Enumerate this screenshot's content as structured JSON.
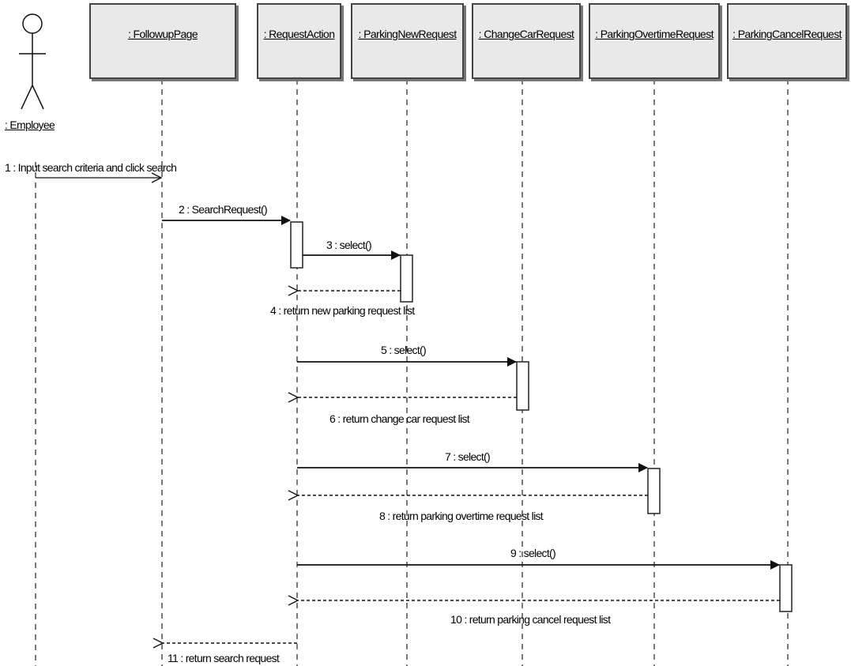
{
  "actor": {
    "name": ": Employee"
  },
  "objects": [
    ": FollowupPage",
    ": RequestAction",
    ": ParkingNewRequest",
    ": ChangeCarRequest",
    ": ParkingOvertimeRequest",
    ": ParkingCancelRequest"
  ],
  "messages": [
    {
      "label": "1 : Input search criteria and click search",
      "from": "Employee",
      "to": ": FollowupPage",
      "kind": "async"
    },
    {
      "label": "2 : SearchRequest()",
      "from": ": FollowupPage",
      "to": ": RequestAction",
      "kind": "call"
    },
    {
      "label": "3 : select()",
      "from": ": RequestAction",
      "to": ": ParkingNewRequest",
      "kind": "call"
    },
    {
      "label": "4 : return new parking request list",
      "from": ": ParkingNewRequest",
      "to": ": RequestAction",
      "kind": "return"
    },
    {
      "label": "5 : select()",
      "from": ": RequestAction",
      "to": ": ChangeCarRequest",
      "kind": "call"
    },
    {
      "label": "6 : return change car request list",
      "from": ": ChangeCarRequest",
      "to": ": RequestAction",
      "kind": "return"
    },
    {
      "label": "7 : select()",
      "from": ": RequestAction",
      "to": ": ParkingOvertimeRequest",
      "kind": "call"
    },
    {
      "label": "8 : return parking overtime request list",
      "from": ": ParkingOvertimeRequest",
      "to": ": RequestAction",
      "kind": "return"
    },
    {
      "label": "9 : select()",
      "from": ": RequestAction",
      "to": ": ParkingCancelRequest",
      "kind": "call"
    },
    {
      "label": "10 : return parking cancel request list",
      "from": ": ParkingCancelRequest",
      "to": ": RequestAction",
      "kind": "return"
    },
    {
      "label": "11 : return search request",
      "from": ": RequestAction",
      "to": ": FollowupPage",
      "kind": "return"
    }
  ]
}
